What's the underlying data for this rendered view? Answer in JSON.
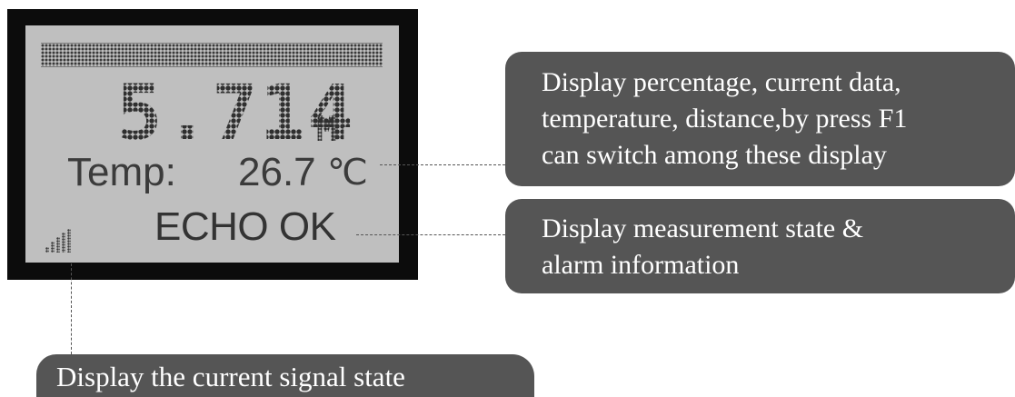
{
  "lcd": {
    "reading_value": "5.714",
    "reading_unit": "M",
    "temp_label": "Temp:",
    "temp_value": "26.7",
    "temp_unit": "℃",
    "echo_status": "ECHO OK",
    "signal_icon": "signal-strength-icon"
  },
  "callouts": {
    "display_mode": {
      "lines": [
        "Display percentage, current data,",
        "temperature, distance,by press F1",
        "can switch among these display"
      ]
    },
    "measurement_state": {
      "lines": [
        "Display measurement state &",
        "alarm information"
      ]
    },
    "signal_state": {
      "lines": [
        "Display the current signal state"
      ]
    }
  },
  "colors": {
    "lcd_frame": "#0c0c0c",
    "lcd_screen": "#bfbfbf",
    "callout_bg": "#555555",
    "callout_text": "#ffffff"
  }
}
